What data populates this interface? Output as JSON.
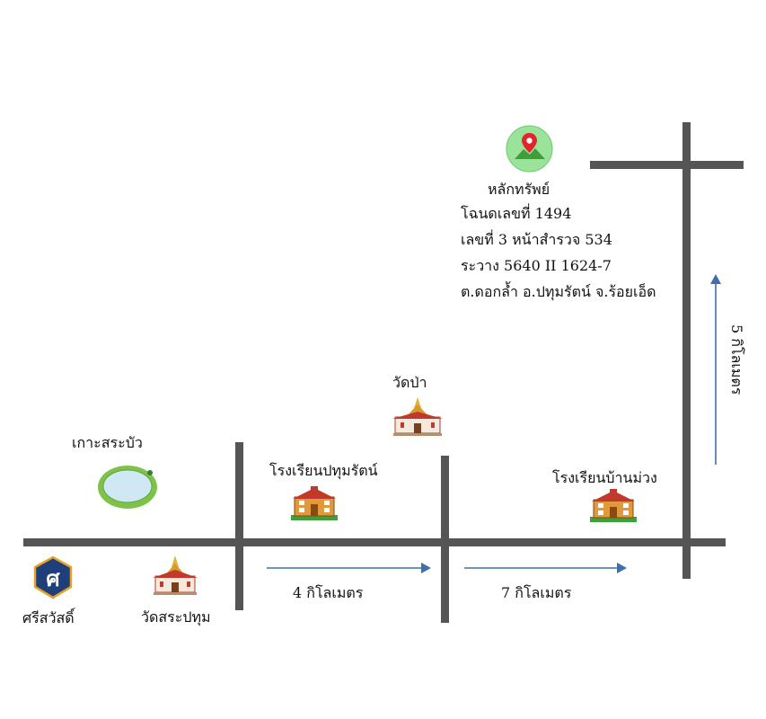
{
  "property": {
    "title": "หลักทรัพย์",
    "deed": "โฉนดเลขที่ 1494",
    "number": "เลขที่ 3 หน้าสำรวจ 534",
    "survey": "ระวาง 5640 II 1624-7",
    "location": "ต.ดอกล้ำ อ.ปทุมรัตน์ จ.ร้อยเอ็ด"
  },
  "landmarks": {
    "temple_forest": "วัดป่า",
    "island": "เกาะสระบัว",
    "school_pathum": "โรงเรียนปทุมรัตน์",
    "school_banmuang": "โรงเรียนบ้านม่วง",
    "sri_sawat": "ศรีสวัสดิ์",
    "temple_sapathum": "วัดสระปทุม"
  },
  "distances": {
    "segment1": "4 กิโลเมตร",
    "segment2": "7 กิโลเมตร",
    "vertical": "5 กิโลเมตร"
  },
  "colors": {
    "road": "#555555",
    "arrow": "#3e6fae",
    "pin_bg": "#9be39b",
    "pin": "#e0262b",
    "pond_water": "#cfe8f3",
    "pond_border": "#7fc24a"
  },
  "icons": {
    "pin": "location-pin-icon",
    "temple": "temple-icon",
    "school": "school-icon",
    "pond": "pond-icon",
    "logo": "sri-sawat-logo-icon"
  }
}
